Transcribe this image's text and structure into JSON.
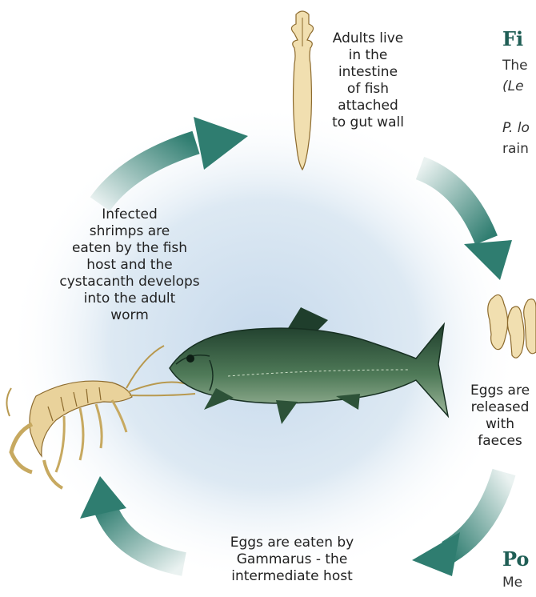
{
  "cycle": {
    "adults": "Adults live\nin the\nintestine\nof fish\nattached\nto gut wall",
    "eggs_released": "Eggs are\nreleased\nwith\nfaeces",
    "eggs_eaten": "Eggs are eaten by\nGammarus - the\nintermediate host",
    "shrimps_eaten": "Infected\nshrimps are\neaten by the fish\nhost and the\ncystacanth develops\ninto the adult\nworm"
  },
  "side": {
    "heading_top": "Fi",
    "line1": "The",
    "line2": "(Le",
    "line3": "P. lo",
    "line4": "rain",
    "heading_bottom": "Po",
    "line5": "Me"
  },
  "colors": {
    "arrow": "#2f7d70",
    "worm": "#f1dfb0",
    "fish": "#3f6b4b",
    "shrimp": "#e9d29b",
    "glow": "#cfe0ee",
    "heading": "#1f5e55"
  }
}
